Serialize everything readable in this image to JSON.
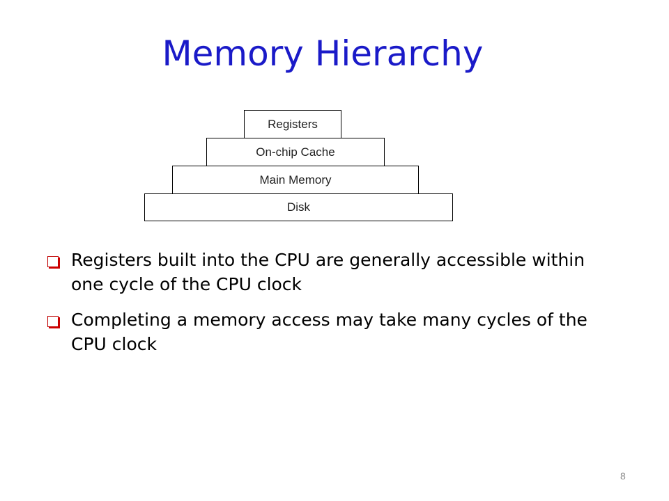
{
  "slide": {
    "title": "Memory Hierarchy",
    "page_number": "8"
  },
  "hierarchy": {
    "tiers": [
      "Registers",
      "On-chip Cache",
      "Main Memory",
      "Disk"
    ]
  },
  "bullets": [
    "Registers built into the CPU are generally accessible within one cycle of the CPU clock",
    "Completing a memory access may take many cycles of the CPU clock"
  ],
  "colors": {
    "title": "#1a1ac8",
    "bullet_marker": "#c00000"
  },
  "icons": {
    "bullet_marker": "square-bullet-icon"
  }
}
